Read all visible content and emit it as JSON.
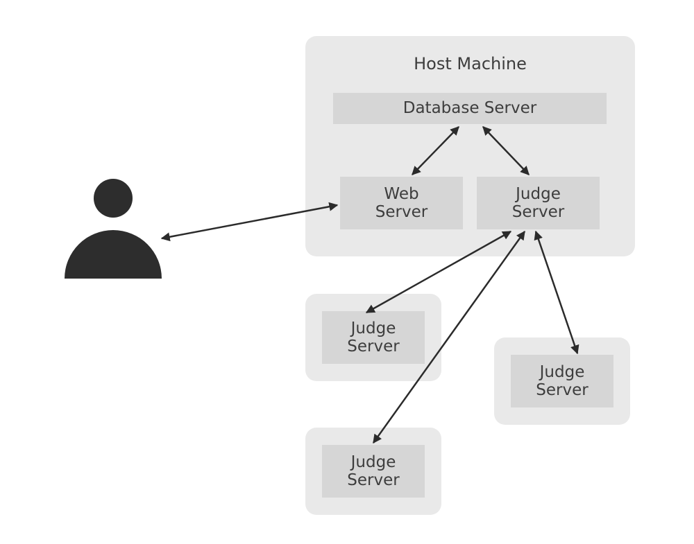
{
  "diagram": {
    "title": "Host Machine",
    "nodes": {
      "database": {
        "label": "Database Server"
      },
      "web": {
        "label": "Web\nServer"
      },
      "judge_main": {
        "label": "Judge\nServer"
      },
      "judge_1": {
        "label": "Judge\nServer"
      },
      "judge_2": {
        "label": "Judge\nServer"
      },
      "judge_3": {
        "label": "Judge\nServer"
      }
    },
    "icons": {
      "user": "user-silhouette-icon"
    },
    "colors": {
      "container_bg": "#e9e9e9",
      "box_bg": "#d6d6d6",
      "text": "#3d3d3d",
      "arrow": "#2b2b2b",
      "person": "#2d2d2d"
    }
  }
}
